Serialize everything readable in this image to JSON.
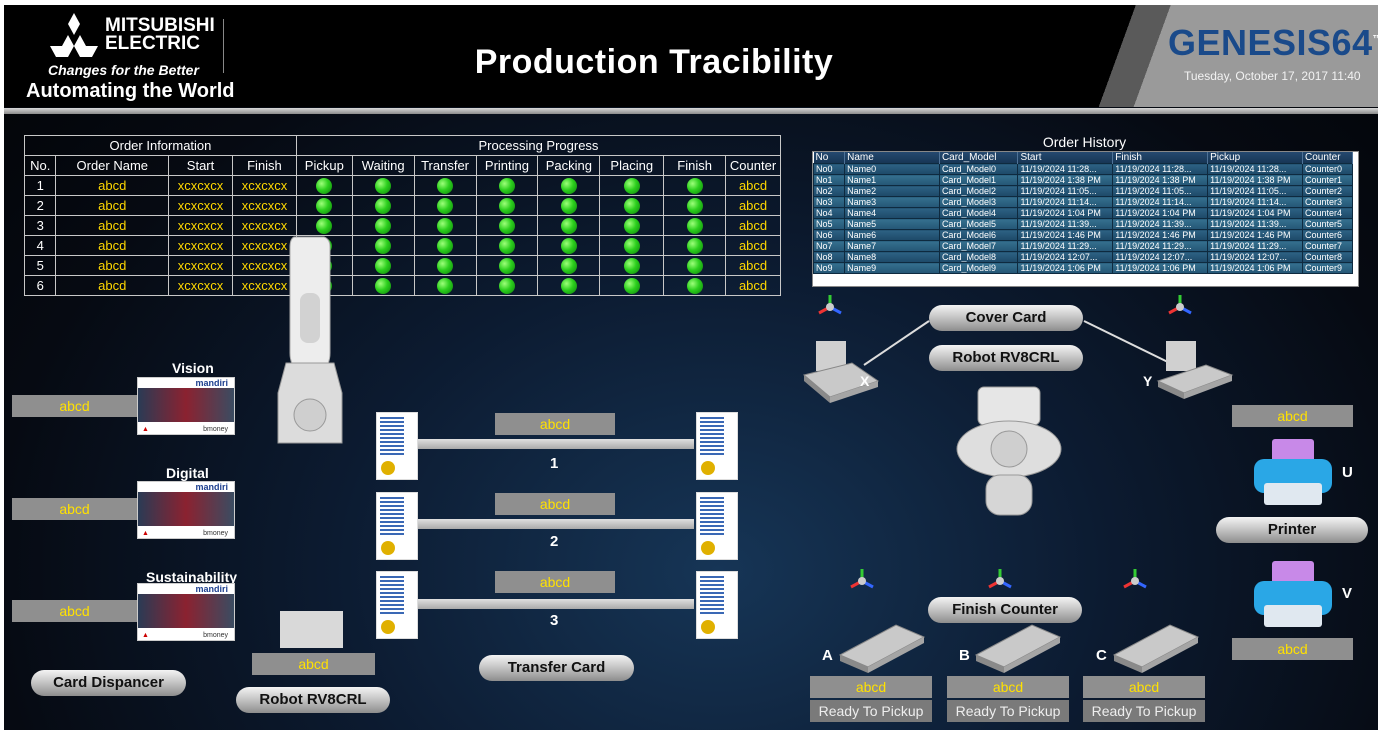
{
  "header": {
    "brand_name_1": "MITSUBISHI",
    "brand_name_2": "ELECTRIC",
    "brand_tagline": "Changes for the Better",
    "brand_slogan": "Automating the World",
    "title": "Production Tracibility",
    "product_name": "GENESIS64",
    "product_tm": "™",
    "datetime": "Tuesday, October 17, 2017 11:40"
  },
  "order_table": {
    "group1": "Order Information",
    "group2": "Processing Progress",
    "columns": [
      "No.",
      "Order Name",
      "Start",
      "Finish",
      "Pickup",
      "Waiting",
      "Transfer",
      "Printing",
      "Packing",
      "Placing",
      "Finish",
      "Counter"
    ],
    "rows": [
      {
        "no": "1",
        "name": "abcd",
        "start": "xcxcxcx",
        "finish": "xcxcxcx",
        "counter": "abcd"
      },
      {
        "no": "2",
        "name": "abcd",
        "start": "xcxcxcx",
        "finish": "xcxcxcx",
        "counter": "abcd"
      },
      {
        "no": "3",
        "name": "abcd",
        "start": "xcxcxcx",
        "finish": "xcxcxcx",
        "counter": "abcd"
      },
      {
        "no": "4",
        "name": "abcd",
        "start": "xcxcxcx",
        "finish": "xcxcxcx",
        "counter": "abcd"
      },
      {
        "no": "5",
        "name": "abcd",
        "start": "xcxcxcx",
        "finish": "xcxcxcx",
        "counter": "abcd"
      },
      {
        "no": "6",
        "name": "abcd",
        "start": "xcxcxcx",
        "finish": "xcxcxcx",
        "counter": "abcd"
      }
    ]
  },
  "order_history": {
    "title": "Order History",
    "columns": [
      "No",
      "Name",
      "Card_Model",
      "Start",
      "Finish",
      "Pickup",
      "Counter"
    ],
    "rows": [
      [
        "No0",
        "Name0",
        "Card_Model0",
        "11/19/2024 11:28...",
        "11/19/2024 11:28...",
        "11/19/2024 11:28...",
        "Counter0"
      ],
      [
        "No1",
        "Name1",
        "Card_Model1",
        "11/19/2024 1:38 PM",
        "11/19/2024 1:38 PM",
        "11/19/2024 1:38 PM",
        "Counter1"
      ],
      [
        "No2",
        "Name2",
        "Card_Model2",
        "11/19/2024 11:05...",
        "11/19/2024 11:05...",
        "11/19/2024 11:05...",
        "Counter2"
      ],
      [
        "No3",
        "Name3",
        "Card_Model3",
        "11/19/2024 11:14...",
        "11/19/2024 11:14...",
        "11/19/2024 11:14...",
        "Counter3"
      ],
      [
        "No4",
        "Name4",
        "Card_Model4",
        "11/19/2024 1:04 PM",
        "11/19/2024 1:04 PM",
        "11/19/2024 1:04 PM",
        "Counter4"
      ],
      [
        "No5",
        "Name5",
        "Card_Model5",
        "11/19/2024 11:39...",
        "11/19/2024 11:39...",
        "11/19/2024 11:39...",
        "Counter5"
      ],
      [
        "No6",
        "Name6",
        "Card_Model6",
        "11/19/2024 1:46 PM",
        "11/19/2024 1:46 PM",
        "11/19/2024 1:46 PM",
        "Counter6"
      ],
      [
        "No7",
        "Name7",
        "Card_Model7",
        "11/19/2024 11:29...",
        "11/19/2024 11:29...",
        "11/19/2024 11:29...",
        "Counter7"
      ],
      [
        "No8",
        "Name8",
        "Card_Model8",
        "11/19/2024 12:07...",
        "11/19/2024 12:07...",
        "11/19/2024 12:07...",
        "Counter8"
      ],
      [
        "No9",
        "Name9",
        "Card_Model9",
        "11/19/2024 1:06 PM",
        "11/19/2024 1:06 PM",
        "11/19/2024 1:06 PM",
        "Counter9"
      ]
    ]
  },
  "dispenser": {
    "label": "Card Dispancer",
    "cards": [
      {
        "title": "Vision",
        "value": "abcd"
      },
      {
        "title": "Digital",
        "value": "abcd"
      },
      {
        "title": "Sustainability",
        "value": "abcd"
      }
    ],
    "card_brand": "mandiri",
    "card_footer": "bmoney"
  },
  "robot_left": {
    "label": "Robot RV8CRL",
    "value": "abcd"
  },
  "transfer": {
    "label": "Transfer Card",
    "lanes": [
      {
        "num": "1",
        "value": "abcd"
      },
      {
        "num": "2",
        "value": "abcd"
      },
      {
        "num": "3",
        "value": "abcd"
      }
    ]
  },
  "cover": {
    "label": "Cover Card",
    "robot_label": "Robot RV8CRL",
    "x_label": "X",
    "y_label": "Y"
  },
  "printer": {
    "label": "Printer",
    "u_label": "U",
    "v_label": "V",
    "u_value": "abcd",
    "v_value": "abcd"
  },
  "finish_counter": {
    "label": "Finish Counter",
    "slots": [
      {
        "letter": "A",
        "value": "abcd",
        "status": "Ready To Pickup"
      },
      {
        "letter": "B",
        "value": "abcd",
        "status": "Ready To Pickup"
      },
      {
        "letter": "C",
        "value": "abcd",
        "status": "Ready To Pickup"
      }
    ]
  },
  "colors": {
    "accent_yellow": "#ffd800",
    "status_green": "#2ccf1d",
    "brand_blue": "#1a4a8a"
  }
}
